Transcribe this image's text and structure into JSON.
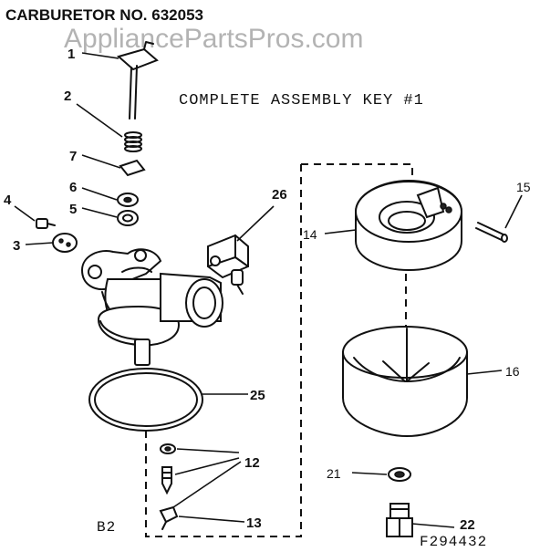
{
  "header": {
    "title": "CARBURETOR NO. 632053",
    "watermark": "AppliancePartsPros.com",
    "subtitle": "COMPLETE ASSEMBLY KEY #1"
  },
  "labels": {
    "p1": "1",
    "p2": "2",
    "p3": "3",
    "p4": "4",
    "p5": "5",
    "p6": "6",
    "p7": "7",
    "p12": "12",
    "p13": "13",
    "p14": "14",
    "p15": "15",
    "p16": "16",
    "p21": "21",
    "p22": "22",
    "p25": "25",
    "p26": "26"
  },
  "footer": {
    "section": "B2",
    "figure_code": "F294432"
  }
}
